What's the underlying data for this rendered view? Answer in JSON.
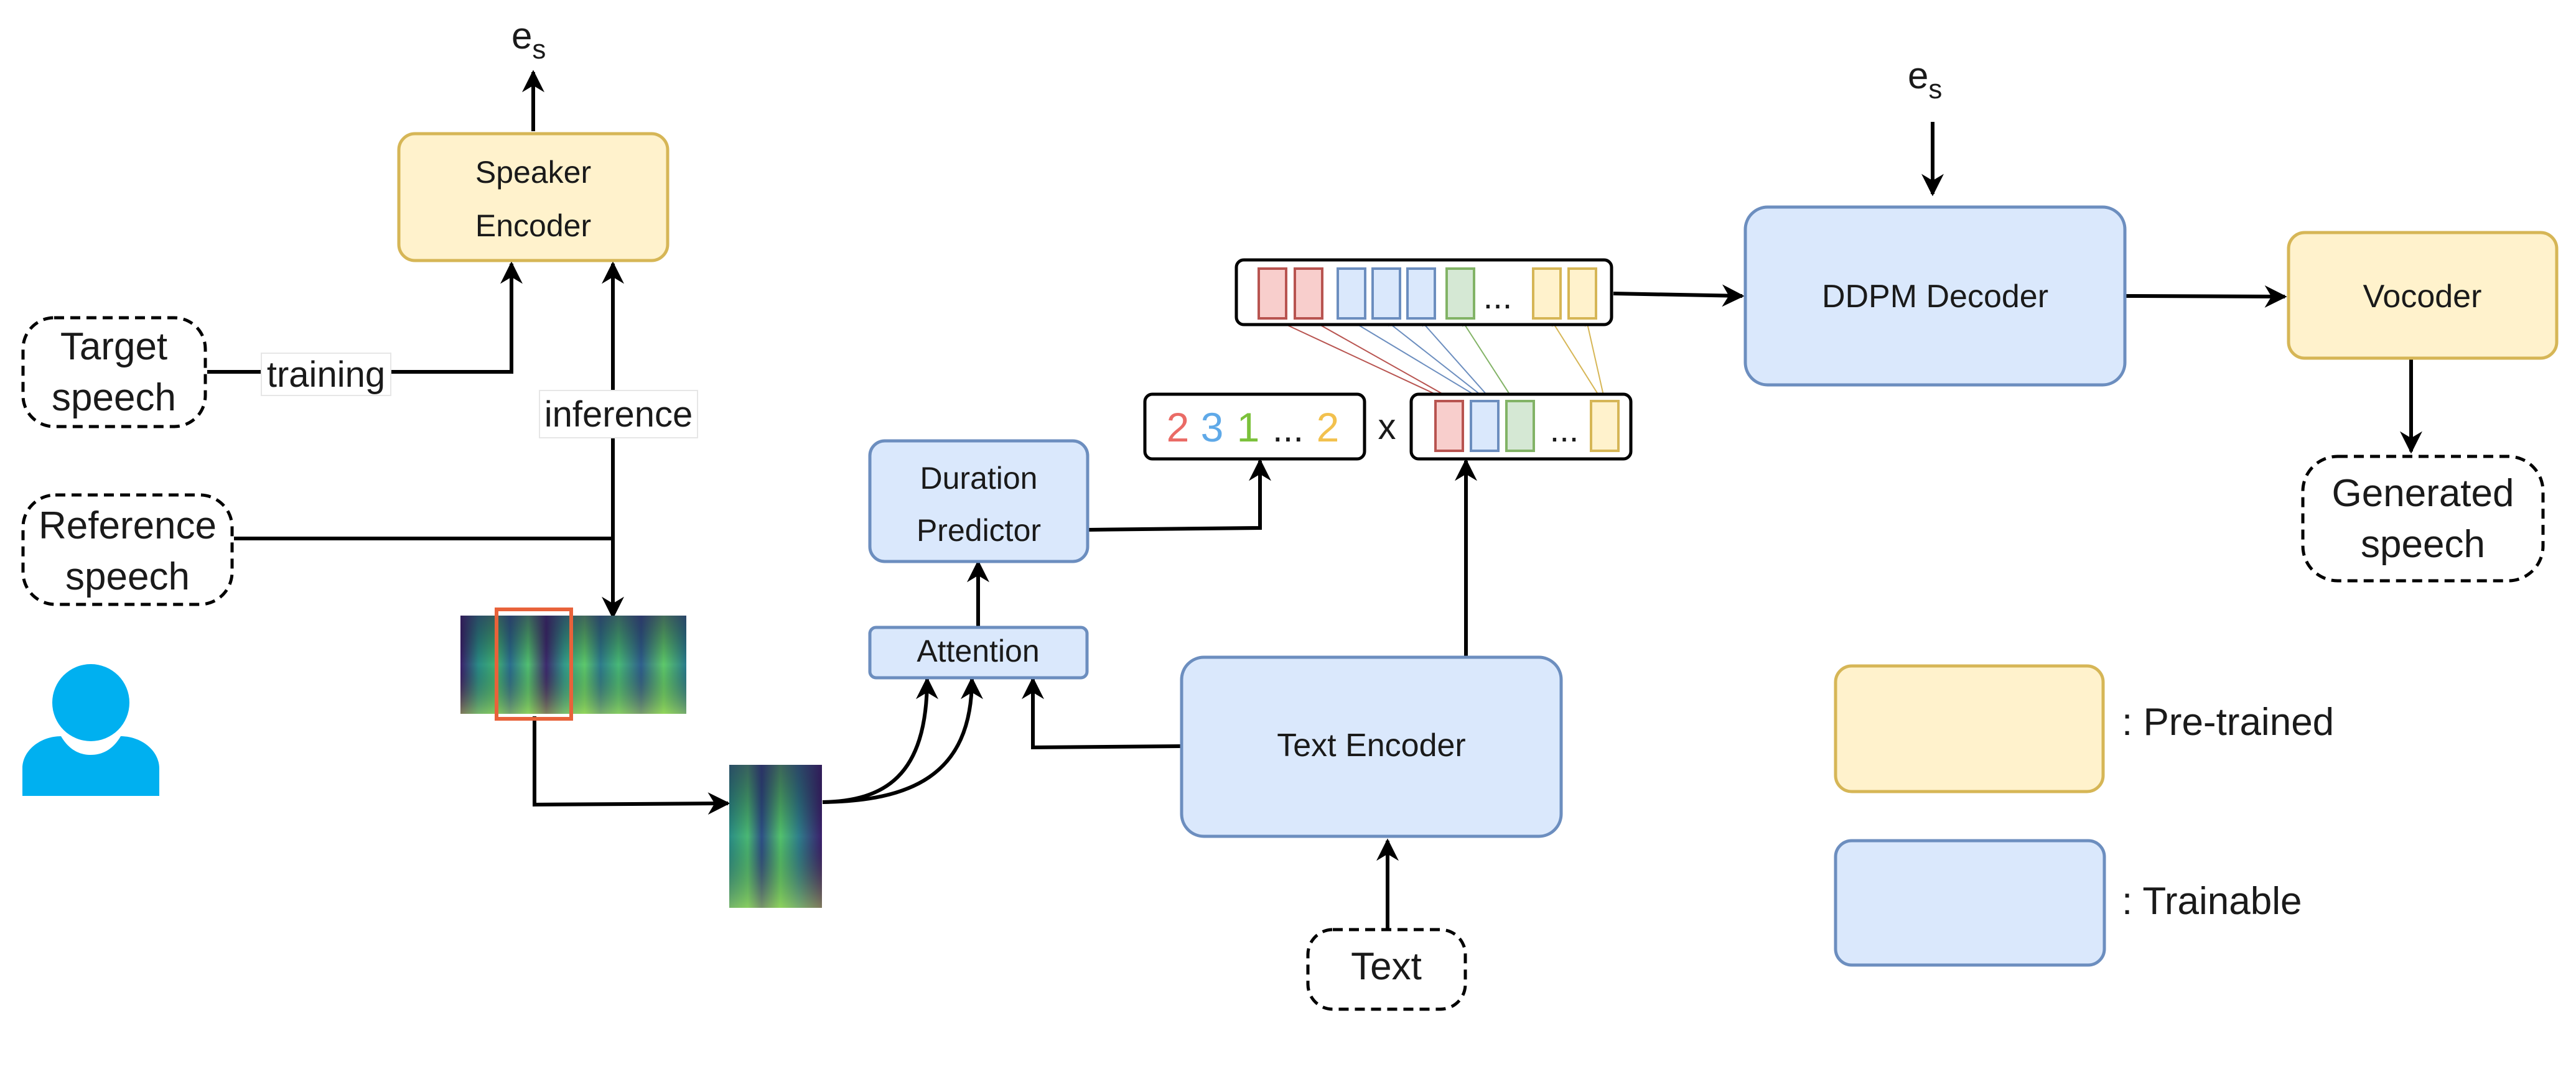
{
  "symbols": {
    "es": "e",
    "es_sub": "s"
  },
  "blocks": {
    "speaker_encoder": [
      "Speaker",
      "Encoder"
    ],
    "duration_predictor": [
      "Duration",
      "Predictor"
    ],
    "attention": "Attention",
    "text_encoder": "Text Encoder",
    "ddpm_decoder": "DDPM Decoder",
    "vocoder": "Vocoder"
  },
  "inputs": {
    "target_speech": [
      "Target",
      "speech"
    ],
    "reference_speech": [
      "Reference",
      "speech"
    ],
    "text": "Text",
    "generated_speech": [
      "Generated",
      "speech"
    ]
  },
  "edge_labels": {
    "training": "training",
    "inference": "inference"
  },
  "durations": {
    "values": [
      "2",
      "3",
      "1",
      "...",
      "2"
    ],
    "value_colors": [
      "#ea6b66",
      "#5fa9e8",
      "#7bc13b",
      "#1a1a1a",
      "#f2c14e"
    ],
    "times": "x",
    "ellipsis": "..."
  },
  "legend": {
    "pretrained": ": Pre-trained",
    "trainable": ": Trainable"
  },
  "colors": {
    "pretrained_fill": "#fff2cc",
    "pretrained_stroke": "#d6b656",
    "trainable_fill": "#dae8fc",
    "trainable_stroke": "#6c8ebf",
    "red_fill": "#f8cecc",
    "red_stroke": "#b85450",
    "green_fill": "#d5e8d4",
    "green_stroke": "#82b366",
    "person": "#00b0f0",
    "crop_box": "#e8623a"
  }
}
